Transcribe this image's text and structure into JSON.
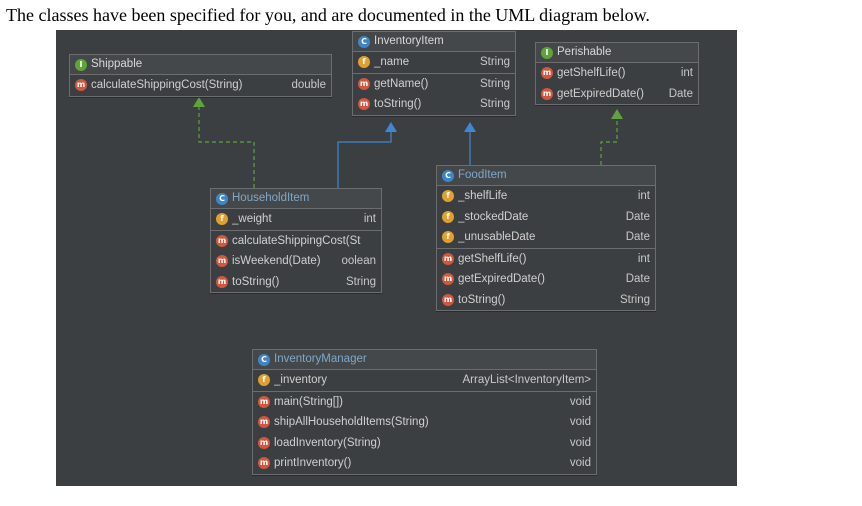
{
  "intro_text": "The classes have been specified for you, and are documented in the UML diagram below.",
  "colors": {
    "background": "#3c3f41",
    "box_border": "#6b6d6f",
    "inherit_arrow": "#3f87d0",
    "implement_arrow": "#5fa33a",
    "class_name": "#7fa7c9"
  },
  "icons": {
    "interface": "I",
    "class": "C",
    "field": "f",
    "method": "m"
  },
  "boxes": {
    "shippable": {
      "name": "Shippable",
      "kind": "interface",
      "methods": [
        {
          "label": "calculateShippingCost(String)",
          "type": "double",
          "icon": "abstract-method-icon"
        }
      ]
    },
    "inventory_item": {
      "name": "InventoryItem",
      "kind": "class",
      "fields": [
        {
          "label": "_name",
          "type": "String"
        }
      ],
      "methods": [
        {
          "label": "getName()",
          "type": "String"
        },
        {
          "label": "toString()",
          "type": "String"
        }
      ]
    },
    "perishable": {
      "name": "Perishable",
      "kind": "interface",
      "methods": [
        {
          "label": "getShelfLife()",
          "type": "int"
        },
        {
          "label": "getExpiredDate()",
          "type": "Date"
        }
      ]
    },
    "household_item": {
      "name": "HouseholdItem",
      "kind": "class",
      "fields": [
        {
          "label": "_weight",
          "type": "int"
        }
      ],
      "methods": [
        {
          "label": "calculateShippingCost(St",
          "type": ""
        },
        {
          "label": "isWeekend(Date)",
          "type": "oolean"
        },
        {
          "label": "toString()",
          "type": "String"
        }
      ]
    },
    "food_item": {
      "name": "FoodItem",
      "kind": "class",
      "fields": [
        {
          "label": "_shelfLife",
          "type": "int"
        },
        {
          "label": "_stockedDate",
          "type": "Date"
        },
        {
          "label": "_unusableDate",
          "type": "Date"
        }
      ],
      "methods": [
        {
          "label": "getShelfLife()",
          "type": "int"
        },
        {
          "label": "getExpiredDate()",
          "type": "Date"
        },
        {
          "label": "toString()",
          "type": "String"
        }
      ]
    },
    "inventory_manager": {
      "name": "InventoryManager",
      "kind": "class",
      "fields": [
        {
          "label": "_inventory",
          "type": "ArrayList<InventoryItem>"
        }
      ],
      "methods": [
        {
          "label": "main(String[])",
          "type": "void"
        },
        {
          "label": "shipAllHouseholdItems(String)",
          "type": "void"
        },
        {
          "label": "loadInventory(String)",
          "type": "void"
        },
        {
          "label": "printInventory()",
          "type": "void"
        }
      ]
    }
  }
}
